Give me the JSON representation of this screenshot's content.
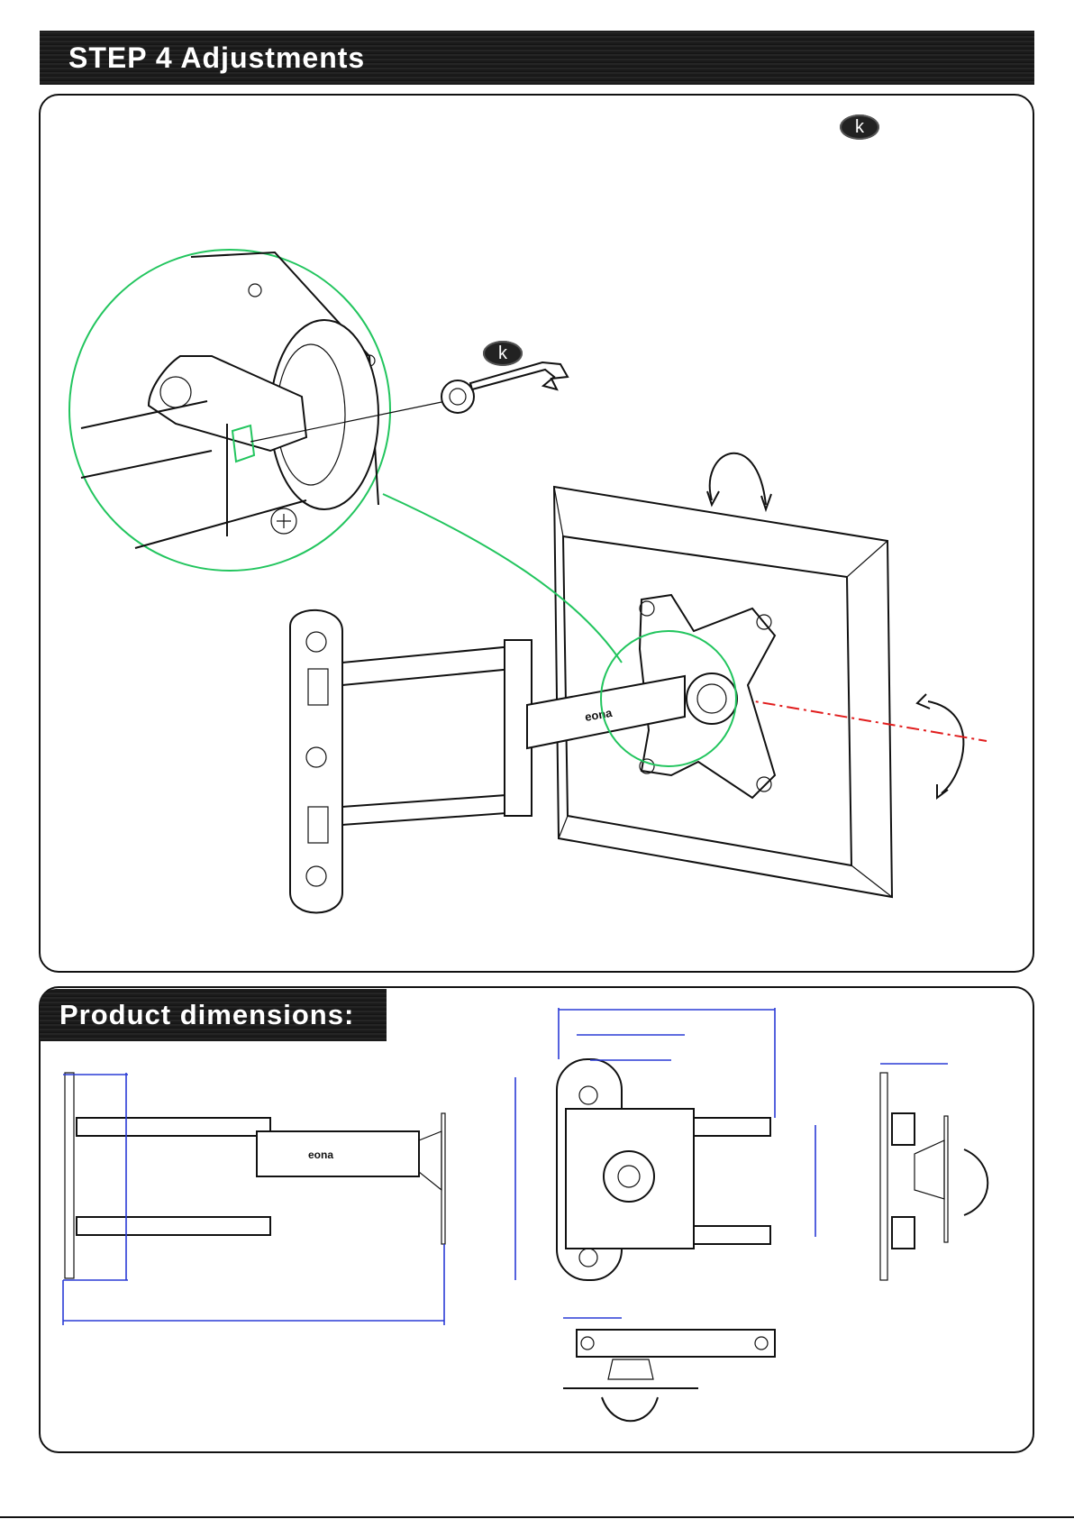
{
  "headings": {
    "step4": "STEP 4 Adjustments",
    "dimensions": "Product dimensions:"
  },
  "badges": {
    "tool_top": "k",
    "tool_wrench": "k"
  },
  "brand": {
    "logo_text": "eona"
  },
  "colors": {
    "banner": "#111111",
    "detail_circle": "#22c55e",
    "dimension_lines": "#2a3bd6",
    "axis_line": "#e11d1d"
  },
  "icons": [
    "wrench-icon",
    "rotate-arrow-icon",
    "hex-bolt-icon",
    "phillips-screw-icon"
  ]
}
